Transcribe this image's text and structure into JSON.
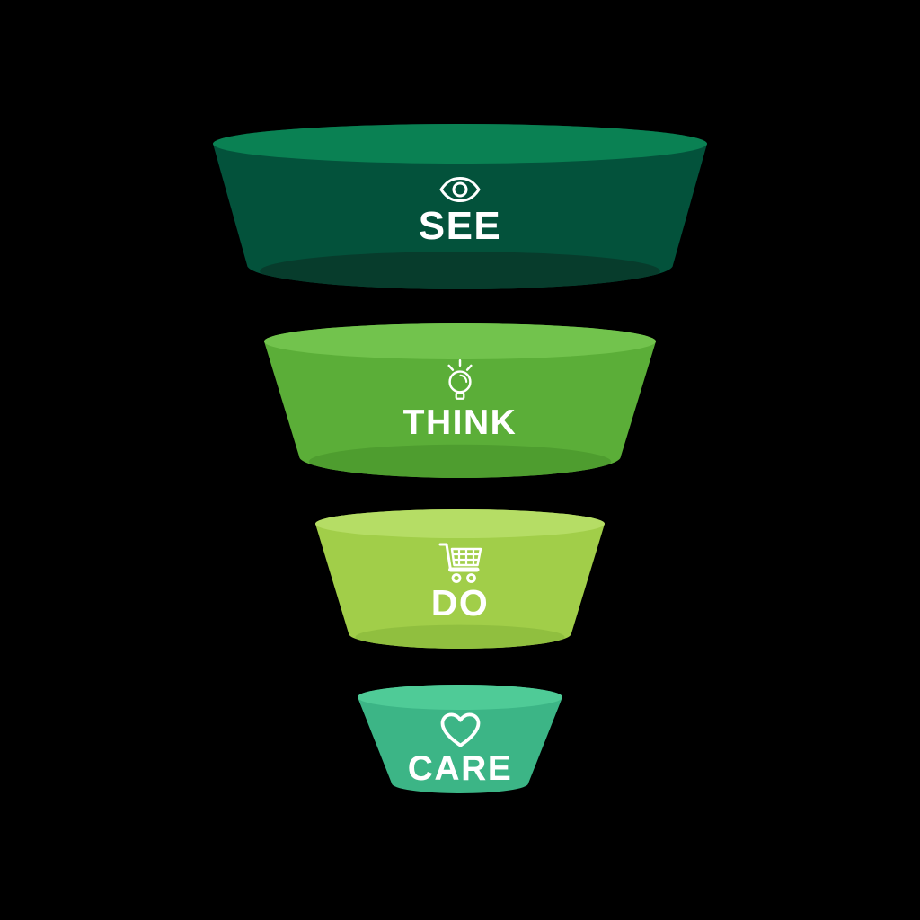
{
  "background_color": "#000000",
  "funnel": {
    "text_color": "#FFFFFF",
    "stages": [
      {
        "id": "see",
        "label": "SEE",
        "icon": "eye-icon",
        "top_color": "#0A8153",
        "body_color": "#03523B",
        "shadow_color": "#073C2C"
      },
      {
        "id": "think",
        "label": "THINK",
        "icon": "lightbulb-icon",
        "top_color": "#72C34D",
        "body_color": "#5BAE38",
        "shadow_color": "#4E9D2F"
      },
      {
        "id": "do",
        "label": "DO",
        "icon": "cart-icon",
        "top_color": "#B5DD65",
        "body_color": "#A1CE49",
        "shadow_color": "#90BF3F"
      },
      {
        "id": "care",
        "label": "CARE",
        "icon": "heart-icon",
        "top_color": "#4FCB97",
        "body_color": "#3CB586"
      }
    ]
  },
  "chart_data": {
    "type": "funnel",
    "title": "",
    "categories": [
      "SEE",
      "THINK",
      "DO",
      "CARE"
    ],
    "values": [
      550,
      436,
      322,
      228
    ],
    "value_meaning": "relative stage width in pixels (funnel narrows top to bottom)",
    "icons": [
      "eye-icon",
      "lightbulb-icon",
      "cart-icon",
      "heart-icon"
    ],
    "colors": [
      "#03523B",
      "#5BAE38",
      "#A1CE49",
      "#3CB586"
    ],
    "legend_position": "none",
    "grid": false
  }
}
